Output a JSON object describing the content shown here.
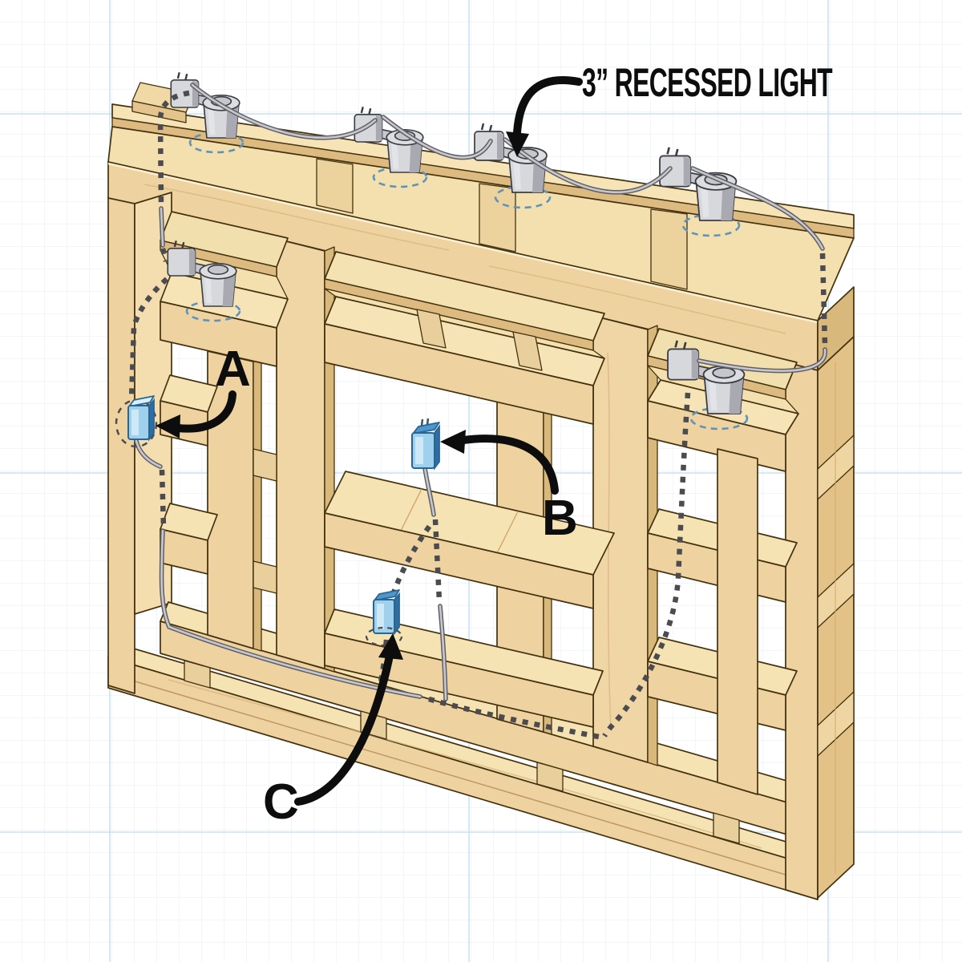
{
  "title": {
    "label": "3” RECESSED LIGHT"
  },
  "callouts": {
    "a": {
      "label": "A"
    },
    "b": {
      "label": "B"
    },
    "c": {
      "label": "C"
    }
  },
  "figure": {
    "recessed_light_count": 6,
    "electrical_box_count": 3,
    "description_visible_elements": "wood frame, recessed lights, cable runs, electrical boxes"
  },
  "colors": {
    "wood_front": "#eed3a0",
    "wood_top": "#f6e3b4",
    "wood_shadow": "#dcba80",
    "outline_brown": "#43310f",
    "cable_gray": "#c7c7cd",
    "hidden_cable_gray": "#4b4b50",
    "box_blue": "#9fd0ec",
    "box_blue_dark": "#4e97cc",
    "hole_dash_blue": "#5e93bb",
    "grid_minor": "#e3eef7",
    "grid_major": "#bfdcee",
    "annotation_black": "#0d0d0d"
  }
}
